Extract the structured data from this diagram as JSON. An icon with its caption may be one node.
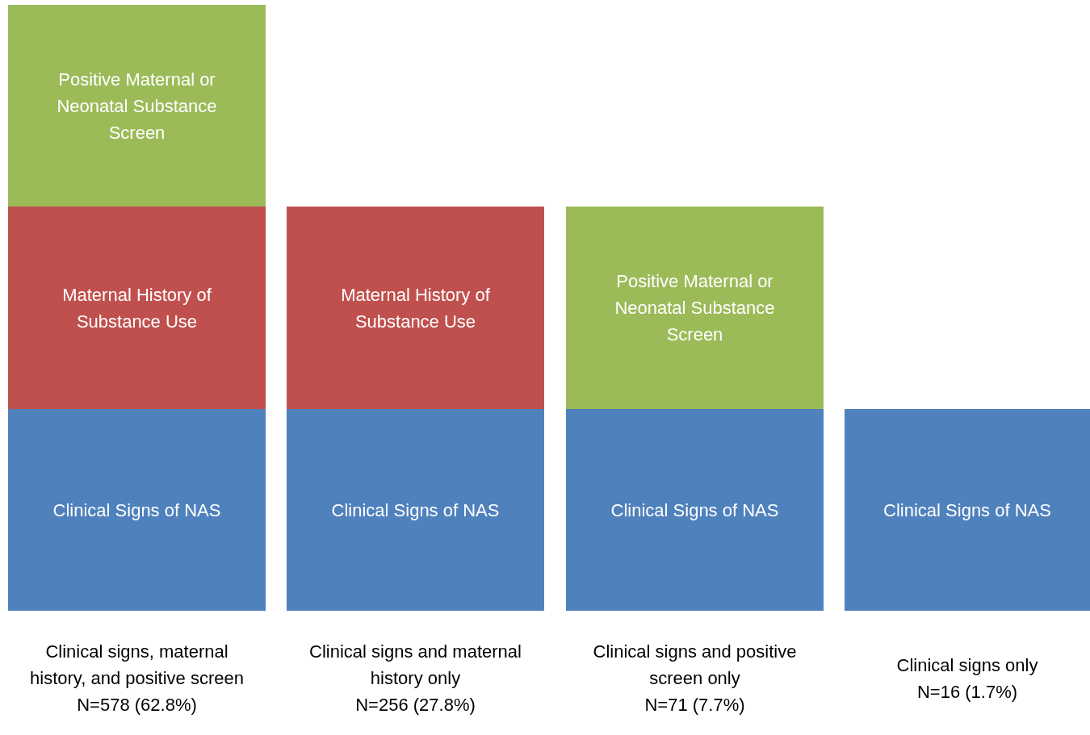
{
  "diagram": {
    "nodes": [
      {
        "text": [
          "Positive Maternal or Neonatal Substance Screen"
        ]
      },
      {
        "text": [
          "Maternal History of Substance Use"
        ]
      },
      {
        "text": [
          "Maternal History of Substance Use"
        ]
      },
      {
        "text": [
          "Positive Maternal or Neonatal Substance Screen"
        ]
      },
      {
        "text": [
          "Clinical Signs of NAS"
        ],
        "beside": [
          "Clinical signs, maternal history, and positive screen",
          "N=578 (62.8%)"
        ]
      },
      {
        "text": [
          "Clinical Signs of NAS"
        ],
        "beside": [
          "Clinical signs and maternal history only",
          "N=256 (27.8%)"
        ]
      },
      {
        "text": [
          "Clinical Signs of NAS"
        ],
        "beside": [
          "Clinical signs and positive screen only",
          "N=71 (7.7%)"
        ]
      },
      {
        "text": [
          "Clinical Signs of NAS"
        ],
        "beside": [
          "Clinical signs only",
          "N=16 (1.7%)"
        ]
      }
    ]
  }
}
